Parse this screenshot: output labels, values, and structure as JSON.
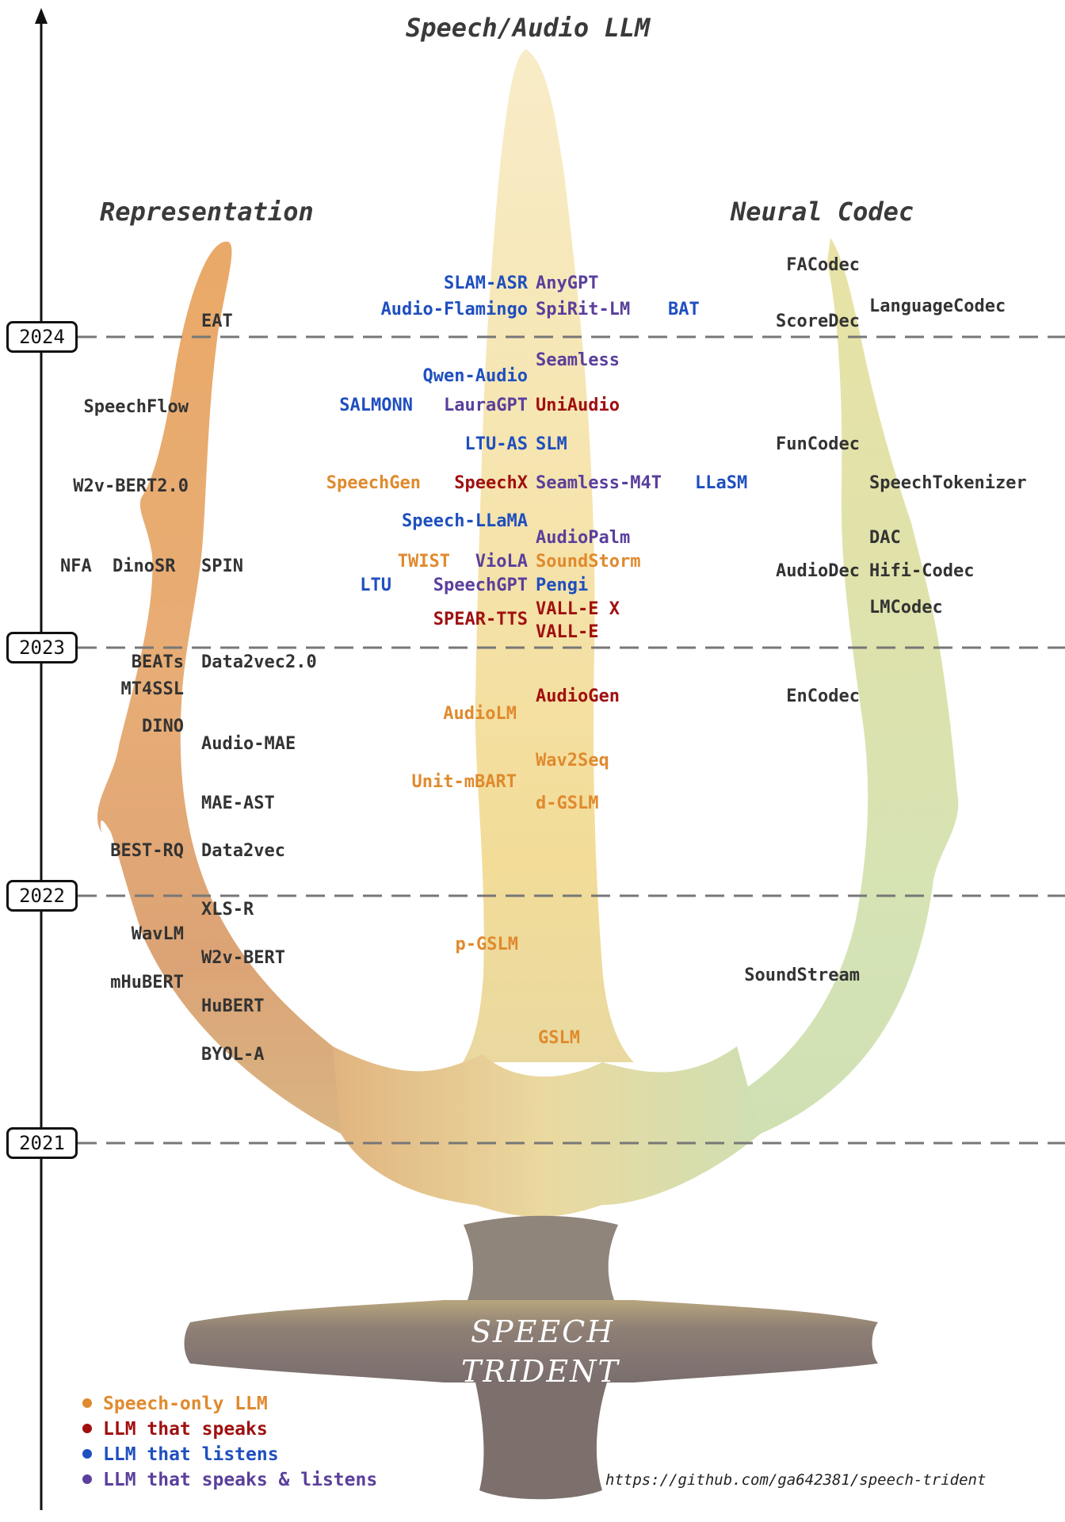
{
  "headings": {
    "top": "Speech/Audio LLM",
    "left": "Representation",
    "right": "Neural Codec"
  },
  "years": [
    "2024",
    "2023",
    "2022",
    "2021"
  ],
  "colors": {
    "speech_only": "#e08a2e",
    "speaks": "#a01010",
    "listens": "#1f4fbf",
    "speaks_listens": "#5a3f9c",
    "neutral": "#333333"
  },
  "representation": {
    "eat": "EAT",
    "speechflow": "SpeechFlow",
    "w2vbert2": "W2v-BERT2.0",
    "nfa": "NFA",
    "dinosr": "DinoSR",
    "spin": "SPIN",
    "beats": "BEATs",
    "data2vec2": "Data2vec2.0",
    "mt4ssl": "MT4SSL",
    "dino": "DINO",
    "audiomae": "Audio-MAE",
    "maeast": "MAE-AST",
    "bestrq": "BEST-RQ",
    "data2vec": "Data2vec",
    "xlsr": "XLS-R",
    "wavlm": "WavLM",
    "w2vbert": "W2v-BERT",
    "mhubert": "mHuBERT",
    "hubert": "HuBERT",
    "byola": "BYOL-A"
  },
  "llm": {
    "slamasr": "SLAM-ASR",
    "anygpt": "AnyGPT",
    "audioflamingo": "Audio-Flamingo",
    "spiritlm": "SpiRit-LM",
    "bat": "BAT",
    "seamless": "Seamless",
    "qwenaudio": "Qwen-Audio",
    "salmonn": "SALMONN",
    "lauragpt": "LauraGPT",
    "uniaudio": "UniAudio",
    "ltuas": "LTU-AS",
    "slm": "SLM",
    "speechgen": "SpeechGen",
    "speechx": "SpeechX",
    "seamlessm4t": "Seamless-M4T",
    "llasm": "LLaSM",
    "speechllama": "Speech-LLaMA",
    "audiopalm": "AudioPalm",
    "twist": "TWIST",
    "viola": "VioLA",
    "soundstorm": "SoundStorm",
    "ltu": "LTU",
    "speechgpt": "SpeechGPT",
    "pengi": "Pengi",
    "speartts": "SPEAR-TTS",
    "vallex": "VALL-E X",
    "valle": "VALL-E",
    "audiogen": "AudioGen",
    "audiolm": "AudioLM",
    "wav2seq": "Wav2Seq",
    "unitmbart": "Unit-mBART",
    "dgslm": "d-GSLM",
    "pgslm": "p-GSLM",
    "gslm": "GSLM"
  },
  "codec": {
    "facodec": "FACodec",
    "languagecodec": "LanguageCodec",
    "scoredec": "ScoreDec",
    "funcodec": "FunCodec",
    "speechtokenizer": "SpeechTokenizer",
    "dac": "DAC",
    "audiodec": "AudioDec",
    "hificodec": "Hifi-Codec",
    "lmcodec": "LMCodec",
    "encodec": "EnCodec",
    "soundstream": "SoundStream"
  },
  "base": {
    "line1": "SPEECH",
    "line2": "TRIDENT"
  },
  "legend": {
    "speech_only": "Speech-only LLM",
    "speaks": "LLM that speaks",
    "listens": "LLM that listens",
    "speaks_listens": "LLM that speaks & listens"
  },
  "url": "https://github.com/ga642381/speech-trident"
}
